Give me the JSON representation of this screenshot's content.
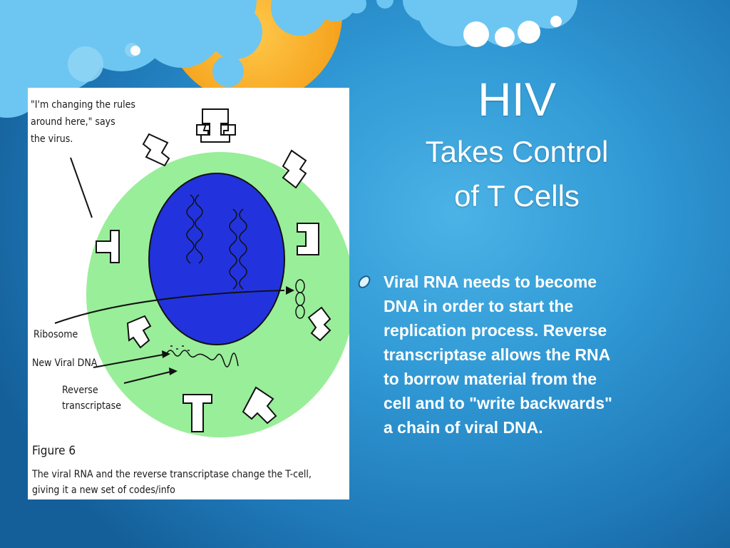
{
  "slide": {
    "title": "HIV",
    "subtitle_lines": [
      "Takes Control",
      "of T Cells"
    ],
    "bullet_lines": [
      "Viral RNA needs to become",
      "DNA in order to start the",
      "replication process. Reverse",
      "transcriptase allows the RNA",
      "to borrow material from the",
      "cell and to \"write backwards\"",
      "a chain of viral DNA."
    ],
    "bullet_icon": "oval-bullet-icon"
  },
  "figure": {
    "quote_lines": [
      "\"I'm changing the rules",
      "around here,\" says",
      "the virus."
    ],
    "label_ribosome": "Ribosome",
    "label_new_viral_dna": "New Viral DNA",
    "label_reverse_lines": [
      "Reverse",
      "transcriptase"
    ],
    "figure_number": "Figure 6",
    "caption_lines": [
      "The viral RNA and the reverse transcriptase change the T-cell,",
      "giving it a new set of codes/info"
    ]
  },
  "colors": {
    "background": "#2f97d3",
    "cloud": "#67c2ef",
    "sun": "#f7a823",
    "cell_cytoplasm": "#99ee99",
    "nucleus": "#2233dd",
    "text": "#ffffff"
  }
}
